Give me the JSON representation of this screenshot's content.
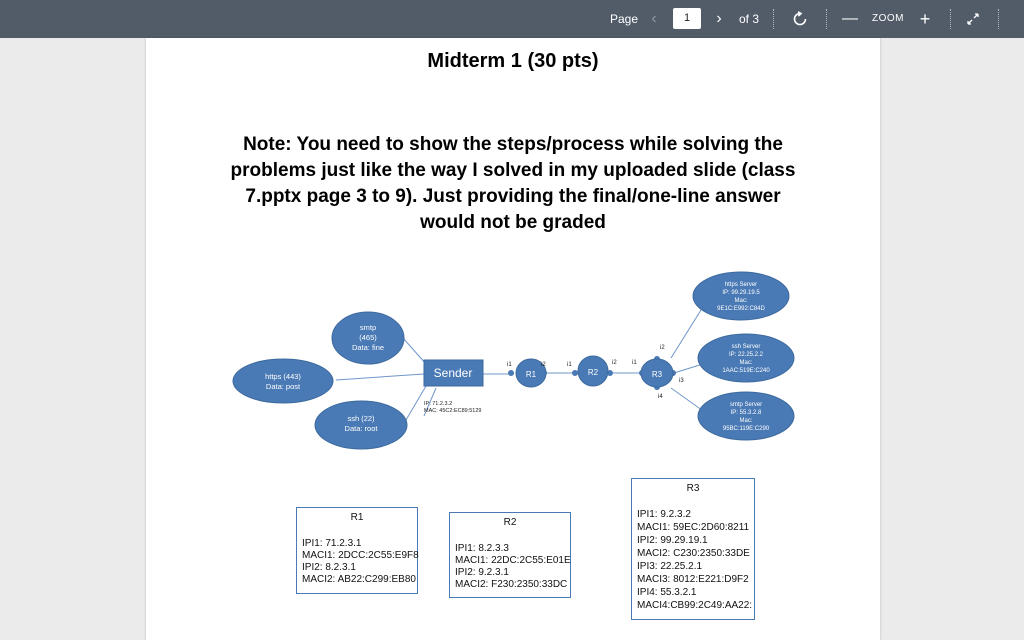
{
  "toolbar": {
    "page_label": "Page",
    "current_page": "1",
    "page_total": "of 3",
    "zoom_label": "ZOOM"
  },
  "document": {
    "title": "Midterm 1 (30 pts)",
    "note_lines": [
      "Note: You need to show the steps/process while solving the",
      "problems just like the way I solved in my uploaded slide (class",
      "7.pptx page 3 to 9). Just providing the final/one-line answer",
      "would not be graded"
    ]
  },
  "diagram": {
    "nodes": {
      "https_client": [
        "https (443)",
        "Data: post"
      ],
      "smtp_client": [
        "smtp",
        "(465)",
        "Data: fine"
      ],
      "ssh_client": [
        "ssh (22)",
        "Data: root"
      ],
      "sender": "Sender",
      "sender_info": [
        "IP: 71.2.3.2",
        "MAC: 45C2:EC89:5129"
      ],
      "r1": "R1",
      "r2": "R2",
      "r3": "R3",
      "https_server": [
        "https Server",
        "IP: 99.29.19.5",
        "Mac:",
        "9E1C:E992:C84D"
      ],
      "ssh_server": [
        "ssh Server",
        "IP: 22.25.2.2",
        "Mac:",
        "1AAC:519E:C240"
      ],
      "smtp_server": [
        "smtp Server",
        "IP: 55.3.2.8",
        "Mac:",
        "95BC:119E:C290"
      ]
    },
    "interfaces": {
      "r1_i1": "i1",
      "r1_i2": "i2",
      "r2_i1": "i1",
      "r2_i2": "i2",
      "r3_i1": "i1",
      "r3_i2": "i2",
      "r3_i3": "i3",
      "r3_i4": "i4"
    }
  },
  "tables": {
    "r1": {
      "title": "R1",
      "lines": [
        "IPI1: 71.2.3.1",
        "MACI1: 2DCC:2C55:E9F8",
        "IPI2: 8.2.3.1",
        "MACI2: AB22:C299:EB80"
      ]
    },
    "r2": {
      "title": "R2",
      "lines": [
        "IPI1: 8.2.3.3",
        "MACI1: 22DC:2C55:E01E",
        "IPI2: 9.2.3.1",
        "MACI2: F230:2350:33DC"
      ]
    },
    "r3": {
      "title": "R3",
      "lines": [
        "IPI1: 9.2.3.2",
        "MACI1: 59EC:2D60:8211",
        "IPI2: 99.29.19.1",
        "MACI2: C230:2350:33DE",
        "IPI3: 22.25.2.1",
        "MACI3: 8012:E221:D9F2",
        "IPI4: 55.3.2.1",
        "MACI4:CB99:2C49:AA22:"
      ]
    }
  },
  "colors": {
    "toolbar_bg": "#525c69",
    "node_fill": "#4a7ab5",
    "node_stroke": "#3d6a9e"
  }
}
